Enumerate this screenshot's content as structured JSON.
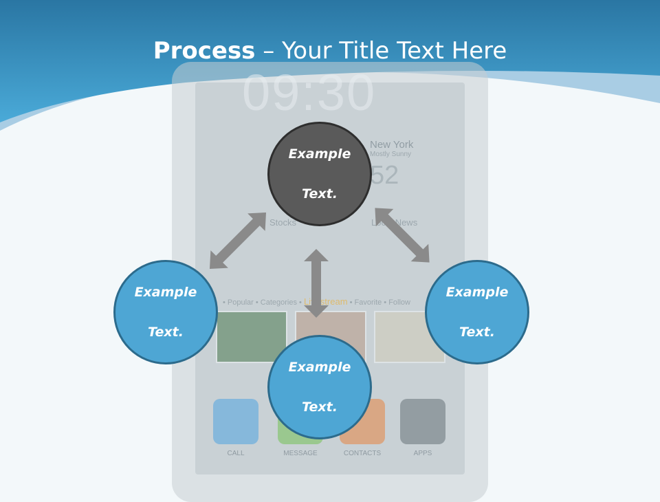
{
  "title": {
    "bold": "Process",
    "rest": " – Your Title Text Here"
  },
  "colors": {
    "header_top": "#2f7fae",
    "header_bottom": "#4aa7d6",
    "background": "#f3f8fa",
    "circle_dark": "#5a5a5a",
    "circle_blue": "#4ea6d4",
    "arrow": "#8a8a8a"
  },
  "circles": {
    "top": {
      "line1": "Example",
      "line2": "Text."
    },
    "left": {
      "line1": "Example",
      "line2": "Text."
    },
    "bottom": {
      "line1": "Example",
      "line2": "Text."
    },
    "right": {
      "line1": "Example",
      "line2": "Text."
    }
  },
  "background_phone": {
    "clock": "09:30",
    "city": "New York",
    "weather": "Mostly Sunny",
    "temperature": "52",
    "stocks_label": "Stocks",
    "news_label": "Local News",
    "tabs": {
      "before": "• Popular • Categories •",
      "active": "Livestream",
      "after": "• Favorite • Follow"
    },
    "apps": [
      {
        "label": "CALL",
        "icon": "phone-icon"
      },
      {
        "label": "MESSAGE",
        "icon": "message-icon"
      },
      {
        "label": "CONTACTS",
        "icon": "contacts-icon"
      },
      {
        "label": "APPS",
        "icon": "grid-icon"
      }
    ]
  }
}
